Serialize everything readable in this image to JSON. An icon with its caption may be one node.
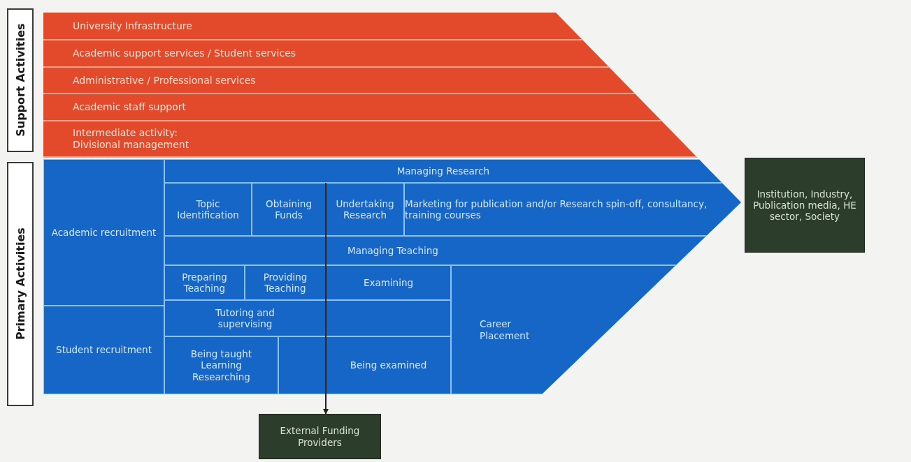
{
  "diagram": {
    "nodes": [
      {
        "text": [
          "Support Activities"
        ]
      },
      {
        "text": [
          "University Infrastructure"
        ]
      },
      {
        "text": [
          "Academic support services / Student services"
        ]
      },
      {
        "text": [
          "Administrative / Professional services"
        ]
      },
      {
        "text": [
          "Academic staff support"
        ]
      },
      {
        "text": [
          "Intermediate activity:",
          "Divisional management"
        ]
      },
      {
        "text": [
          "Primary Activities"
        ]
      },
      {
        "text": [
          "Academic recruitment"
        ]
      },
      {
        "text": [
          "Managing Research"
        ]
      },
      {
        "text": [
          "Topic Identification"
        ]
      },
      {
        "text": [
          "Obtaining Funds"
        ]
      },
      {
        "text": [
          "Undertaking Research"
        ]
      },
      {
        "text": [
          "Marketing for publication and/or Research spin-off, consultancy, training courses"
        ]
      },
      {
        "text": [],
        "shape": "box"
      },
      {
        "text": [
          "Managing Teaching"
        ]
      },
      {
        "text": [
          "Preparing Teaching"
        ]
      },
      {
        "text": [
          "Providing Teaching"
        ]
      },
      {
        "text": [
          "Examining"
        ]
      },
      {
        "text": [
          "Tutoring and supervising"
        ]
      },
      {
        "text": [],
        "shape": "box"
      },
      {
        "text": [
          "Career Placement"
        ]
      },
      {
        "text": [
          "Student recruitment"
        ]
      },
      {
        "text": [
          "Being taught Learning Researching"
        ]
      },
      {
        "text": [],
        "shape": "box"
      },
      {
        "text": [
          "Being examined"
        ]
      },
      {
        "text": [
          "Institution, Industry, Publication media, HE sector, Society"
        ]
      },
      {
        "text": [
          "External Funding Providers"
        ]
      }
    ],
    "edges": [
      {
        "from": 8,
        "to": 26,
        "arrow": "to"
      }
    ]
  }
}
